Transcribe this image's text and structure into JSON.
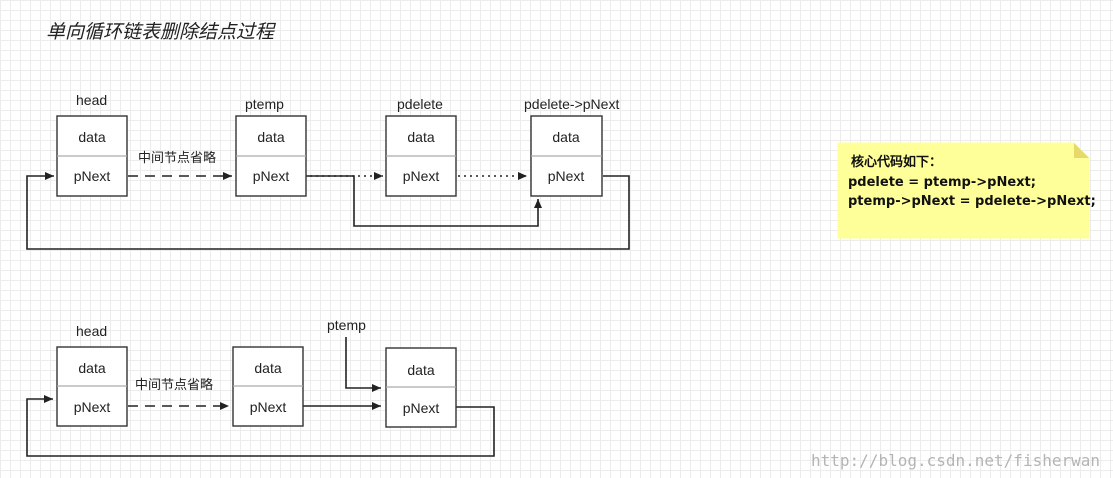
{
  "title": "单向循环链表删除结点过程",
  "field_labels": {
    "data": "data",
    "pnext": "pNext"
  },
  "top_diagram": {
    "labels": {
      "head": "head",
      "ptemp": "ptemp",
      "pdelete": "pdelete",
      "pdelete_pnext": "pdelete->pNext"
    },
    "omitted_label": "中间节点省略"
  },
  "bottom_diagram": {
    "labels": {
      "head": "head",
      "ptemp": "ptemp"
    },
    "omitted_label": "中间节点省略"
  },
  "note": {
    "heading": "核心代码如下：",
    "line1": "pdelete = ptemp->pNext;",
    "line2": "ptemp->pNext = pdelete->pNext;"
  },
  "watermark": "http://blog.csdn.net/fisherwan",
  "colors": {
    "note_fill": "#ffff99",
    "note_fold": "#e6d96a",
    "line": "#222222",
    "node_border": "#333333"
  }
}
